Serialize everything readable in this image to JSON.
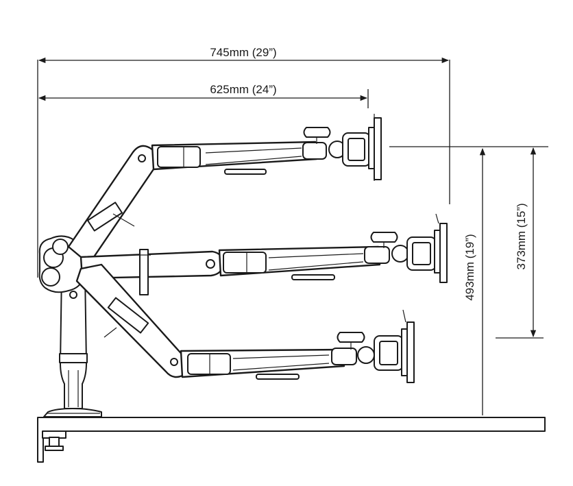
{
  "dimensions": {
    "reach_max": "745mm (29”)",
    "reach_inner": "625mm (24”)",
    "height_total": "493mm (19”)",
    "height_range": "373mm (15”)"
  },
  "colors": {
    "line": "#1a1a1a",
    "background": "#ffffff"
  }
}
